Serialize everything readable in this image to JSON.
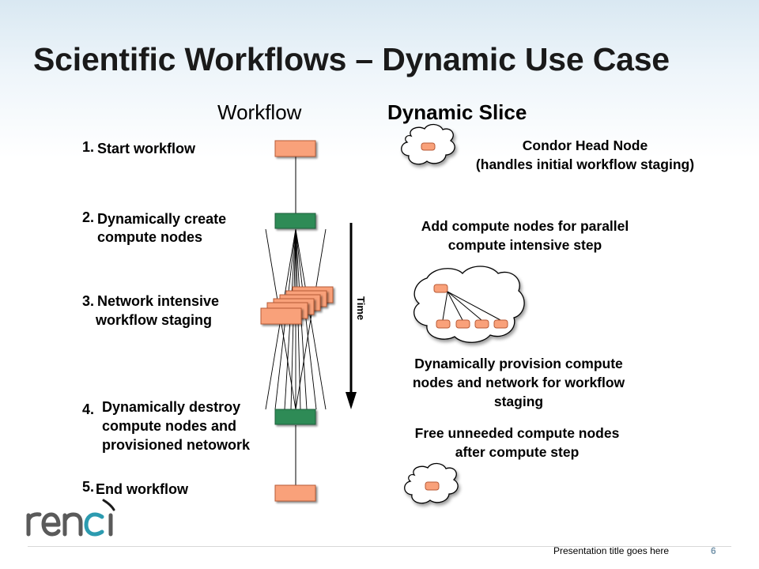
{
  "slide": {
    "title": "Scientific Workflows – Dynamic Use Case",
    "footer": "Presentation title goes here",
    "page_number": "6"
  },
  "columns": {
    "workflow": "Workflow",
    "dynamic_slice": "Dynamic Slice"
  },
  "steps": [
    {
      "num": "1.",
      "lines": [
        "Start workflow"
      ]
    },
    {
      "num": "2.",
      "lines": [
        "Dynamically create",
        "compute nodes"
      ]
    },
    {
      "num": "3.",
      "lines": [
        "Network intensive",
        "workflow staging"
      ]
    },
    {
      "num": "4.",
      "lines": [
        "Dynamically destroy",
        "compute nodes and",
        "provisioned netowork"
      ]
    },
    {
      "num": "5.",
      "lines": [
        "End workflow"
      ]
    }
  ],
  "time_label": "Time",
  "slice_descriptions": [
    {
      "lines": [
        "Condor Head Node",
        "(handles initial workflow staging)"
      ]
    },
    {
      "lines": [
        "Add compute nodes for parallel",
        "compute intensive step"
      ]
    },
    {
      "lines": [
        "Dynamically provision compute",
        "nodes and network for workflow",
        "staging"
      ]
    },
    {
      "lines": [
        "Free unneeded compute nodes",
        "after compute step"
      ]
    }
  ],
  "logo_text": "renci",
  "colors": {
    "orange_node": "#f9a17a",
    "green_node": "#2e8b57",
    "logo_gray": "#5a5a5a",
    "logo_teal": "#2c9bb0"
  }
}
